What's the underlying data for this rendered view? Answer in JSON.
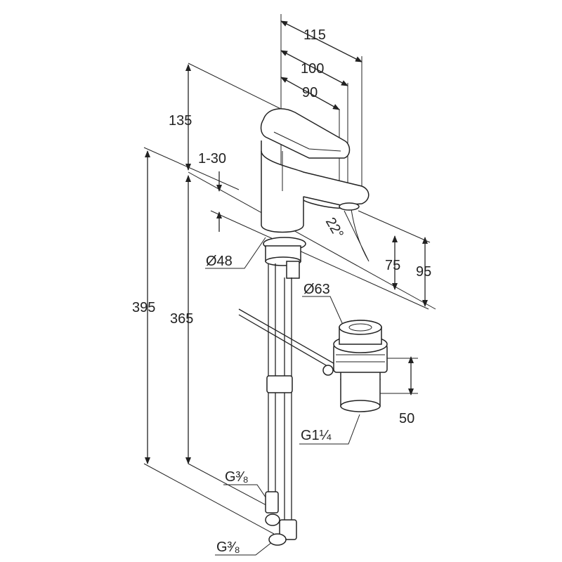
{
  "diagram": {
    "dimensions": {
      "overall_reach": "115",
      "spout_reach": "100",
      "outlet_reach": "90",
      "height_above_deck": "135",
      "deck_thickness": "1-30",
      "angle": "22°",
      "outlet_height": "75",
      "spout_height": "95",
      "body_diameter": "Ø48",
      "total_length": "395",
      "hose_length": "365",
      "waste_diameter": "Ø63",
      "waste_height": "50",
      "waste_thread": "G1¼",
      "connection_upper": "G³⁄₈",
      "connection_lower": "G³⁄₈"
    }
  }
}
